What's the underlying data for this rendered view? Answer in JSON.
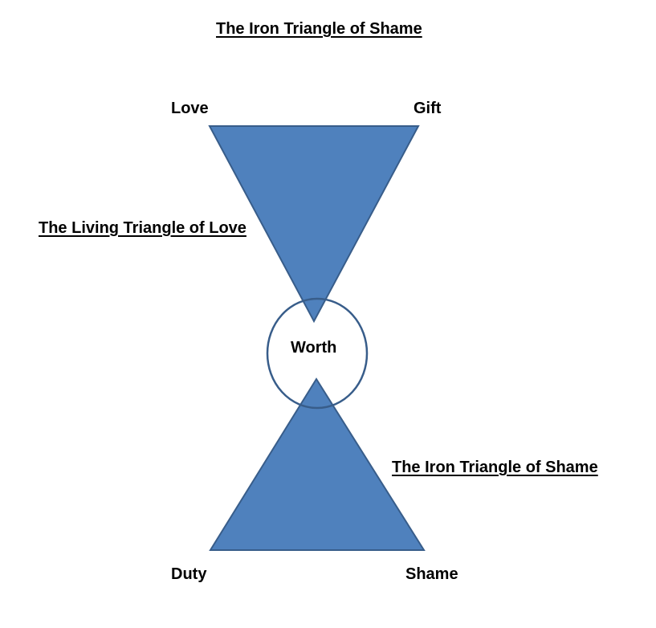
{
  "diagram": {
    "title": "The Iron Triangle of Shame",
    "labels": {
      "love": "Love",
      "gift": "Gift",
      "living_triangle": "The Living Triangle of Love",
      "worth": "Worth",
      "iron_triangle": "The Iron Triangle of Shame",
      "duty": "Duty",
      "shame": "Shame"
    },
    "colors": {
      "triangle_fill": "#4f81bd",
      "triangle_stroke": "#385d8a",
      "circle_stroke": "#385d8a",
      "circle_fill": "#ffffff",
      "text": "#000000"
    }
  }
}
